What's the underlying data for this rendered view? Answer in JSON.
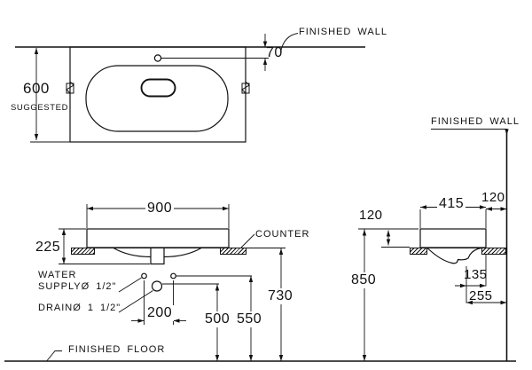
{
  "drawing": {
    "labels": {
      "finished_wall_top": "FINISHED WALL",
      "finished_wall_right": "FINISHED WALL",
      "finished_floor": "FINISHED FLOOR",
      "counter": "COUNTER",
      "water_supply_line1": "WATER",
      "water_supply_line2": "SUPPLYØ 1/2\"",
      "drain": "DRAINØ 1 1/2\"",
      "suggested": "SUGGESTED"
    },
    "dimensions": {
      "plan_depth": "600",
      "faucet_offset": "70",
      "basin_width": "900",
      "basin_height": "225",
      "supply_spacing": "200",
      "drain_height": "500",
      "supply_height": "550",
      "counter_height": "730",
      "rim_height": "850",
      "side_depth": "415",
      "wall_gap": "120",
      "rim_above_counter": "120",
      "drain_to_back": "135",
      "drain_to_wall": "255"
    },
    "colors": {
      "line": "#111111",
      "background": "#ffffff"
    }
  }
}
